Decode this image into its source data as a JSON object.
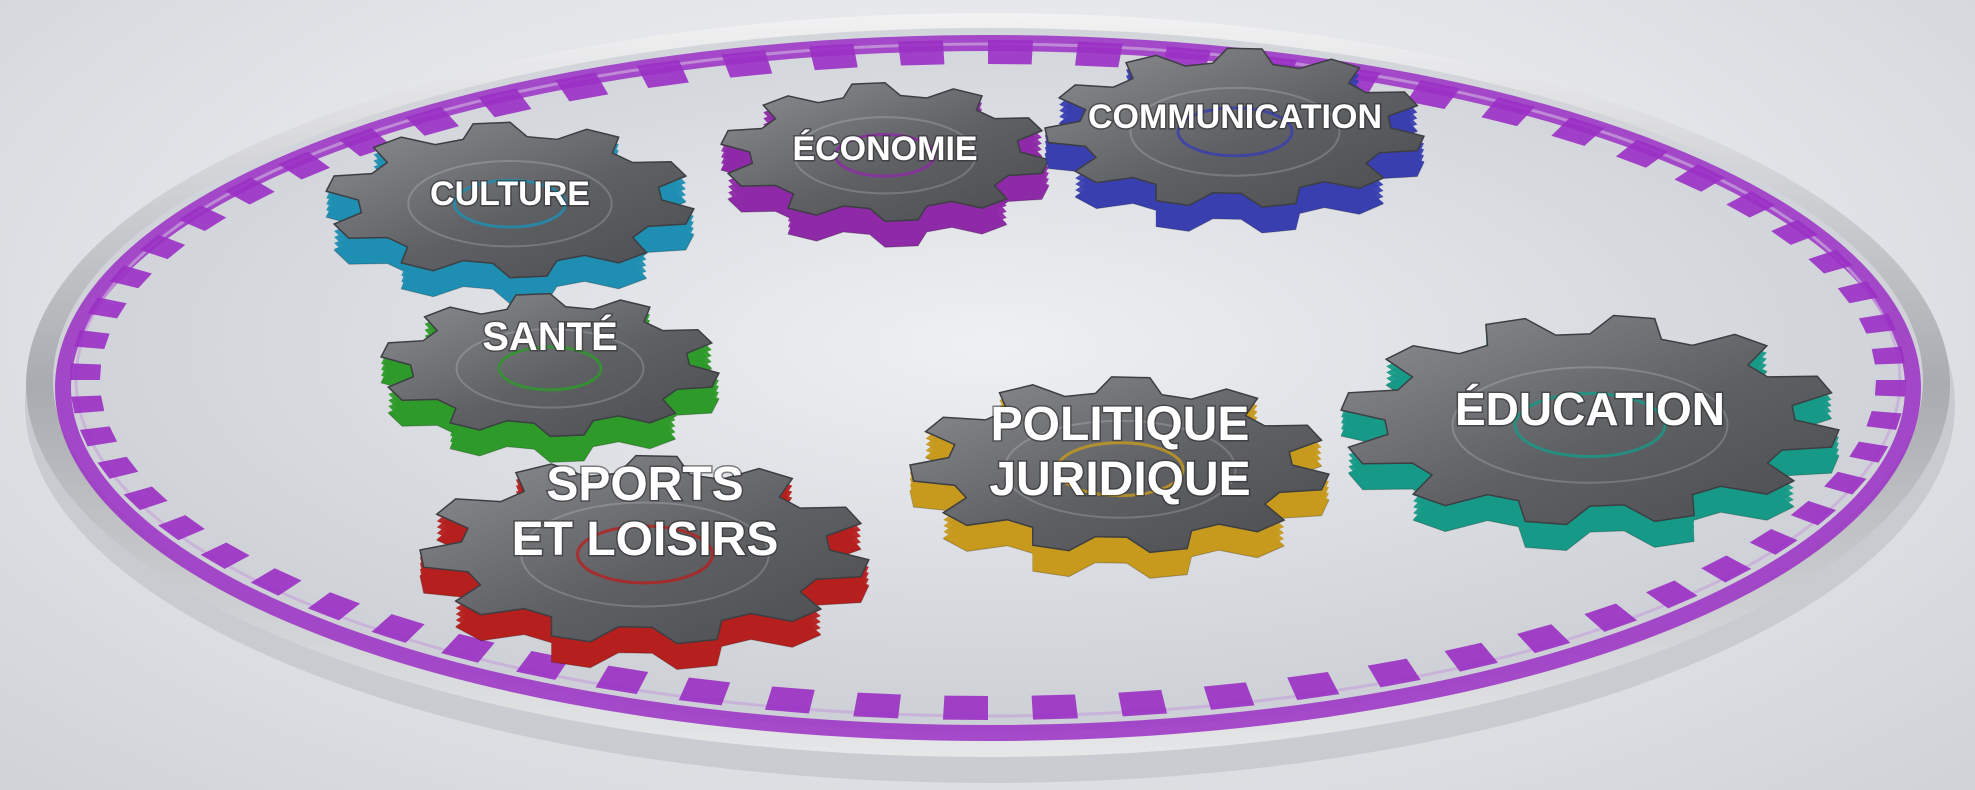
{
  "gears": [
    {
      "id": "culture",
      "lines": [
        "CULTURE"
      ],
      "color": "#1f8fb2"
    },
    {
      "id": "economie",
      "lines": [
        "ÉCONOMIE"
      ],
      "color": "#8e2aa8"
    },
    {
      "id": "communication",
      "lines": [
        "COMMUNICATION"
      ],
      "color": "#3a3fb0"
    },
    {
      "id": "sante",
      "lines": [
        "SANTÉ"
      ],
      "color": "#2e9a2a"
    },
    {
      "id": "sports",
      "lines": [
        "SPORTS",
        "ET LOISIRS"
      ],
      "color": "#b5201f"
    },
    {
      "id": "politique",
      "lines": [
        "POLITIQUE",
        "JURIDIQUE"
      ],
      "color": "#c79a1e"
    },
    {
      "id": "education",
      "lines": [
        "ÉDUCATION"
      ],
      "color": "#169a87"
    }
  ],
  "ring": {
    "color": "#9a2fc4",
    "rim": "#c8c9cc"
  }
}
